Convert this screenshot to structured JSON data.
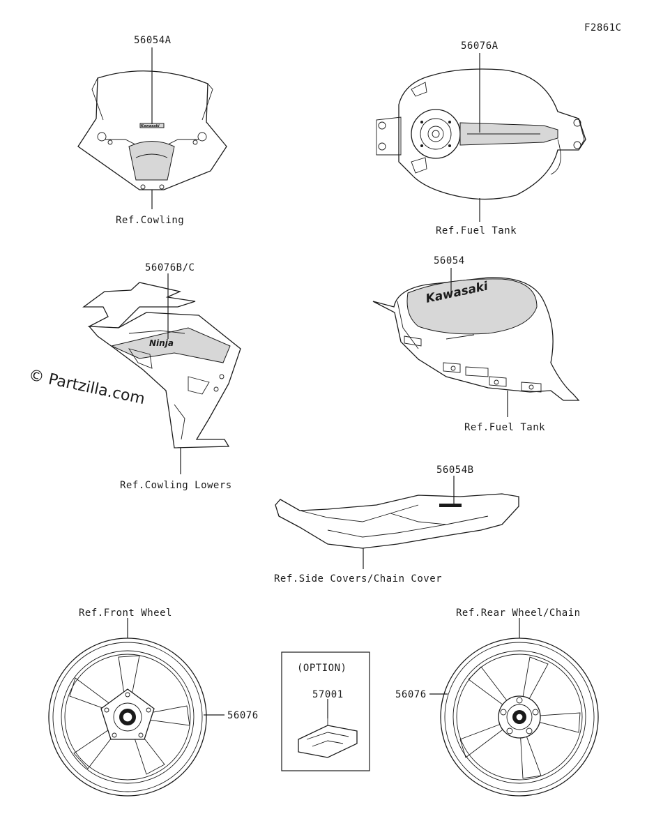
{
  "figure_code": "F2861C",
  "watermark": "© Partzilla.com",
  "labels": {
    "p56054A": "56054A",
    "ref_cowling": "Ref.Cowling",
    "p56076A": "56076A",
    "ref_fuel_tank_top": "Ref.Fuel Tank",
    "p56076BC": "56076B/C",
    "ref_cowling_lowers": "Ref.Cowling Lowers",
    "p56054": "56054",
    "ref_fuel_tank_side": "Ref.Fuel Tank",
    "p56054B": "56054B",
    "ref_side_covers": "Ref.Side Covers/Chain Cover",
    "ref_front_wheel": "Ref.Front Wheel",
    "p56076_front": "56076",
    "option": "(OPTION)",
    "p57001": "57001",
    "ref_rear_wheel": "Ref.Rear Wheel/Chain",
    "p56076_rear": "56076"
  },
  "decal_text": {
    "kawasaki_small": "Kawasaki",
    "ninja": "Ninja",
    "kawasaki_tank": "Kawasaki"
  }
}
